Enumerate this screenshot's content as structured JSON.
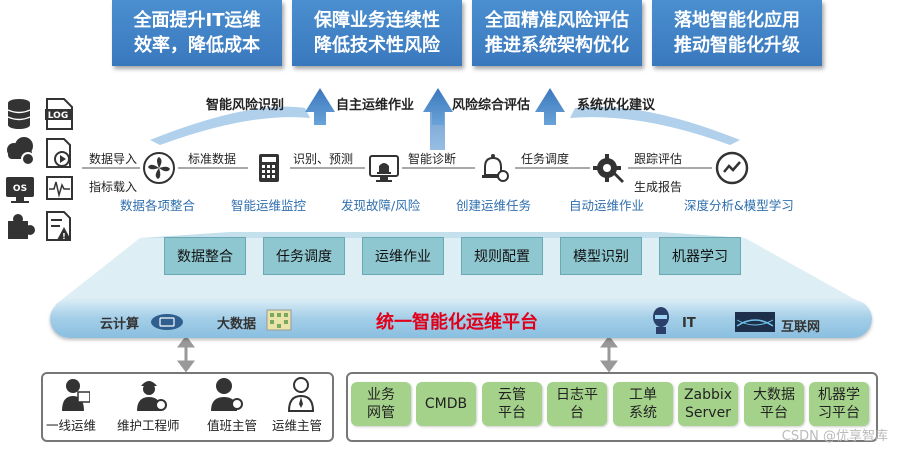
{
  "goals": [
    {
      "line1": "全面提升IT运维",
      "line2": "效率，降低成本"
    },
    {
      "line1": "保障业务连续性",
      "line2": "降低技术性风险"
    },
    {
      "line1": "全面精准风险评估",
      "line2": "推进系统架构优化"
    },
    {
      "line1": "落地智能化应用",
      "line2": "推动智能化升级"
    }
  ],
  "arrow_labels": [
    "智能风险识别",
    "自主运维作业",
    "风险综合评估",
    "系统优化建议"
  ],
  "source_icons": [
    "database-icon",
    "log-file-icon",
    "cloud-gear-icon",
    "video-file-icon",
    "os-monitor-icon",
    "waveform-icon",
    "puzzle-icon",
    "alert-document-icon"
  ],
  "flow": {
    "inputs": [
      "数据导入",
      "指标载入"
    ],
    "edges": [
      "标准数据",
      "识别、预测",
      "智能诊断",
      "任务调度",
      "跟踪评估",
      "生成报告"
    ],
    "steps": [
      "数据各项整合",
      "智能运维监控",
      "发现故障/风险",
      "创建运维任务",
      "自动运维作业",
      "深度分析&模型学习"
    ]
  },
  "modules": [
    "数据整合",
    "任务调度",
    "运维作业",
    "规则配置",
    "模型识别",
    "机器学习"
  ],
  "platform": {
    "title": "统一智能化运维平台",
    "left": [
      "云计算",
      "大数据"
    ],
    "right": [
      "IT",
      "互联网"
    ]
  },
  "roles": [
    "一线运维",
    "维护工程师",
    "值班主管",
    "运维主管"
  ],
  "systems": [
    {
      "line1": "业务",
      "line2": "网管"
    },
    {
      "line1": "CMDB",
      "line2": ""
    },
    {
      "line1": "云管",
      "line2": "平台"
    },
    {
      "line1": "日志平",
      "line2": "台"
    },
    {
      "line1": "工单",
      "line2": "系统"
    },
    {
      "line1": "Zabbix",
      "line2": "Server"
    },
    {
      "line1": "大数据",
      "line2": "平台"
    },
    {
      "line1": "机器学",
      "line2": "习平台"
    }
  ],
  "watermark": "CSDN @优享智库",
  "colors": {
    "goal_blue": "#3f82c6",
    "module_teal": "#8fc7d0",
    "system_green": "#a5d28a",
    "title_red": "#e0001b",
    "step_blue": "#2f6fae"
  }
}
